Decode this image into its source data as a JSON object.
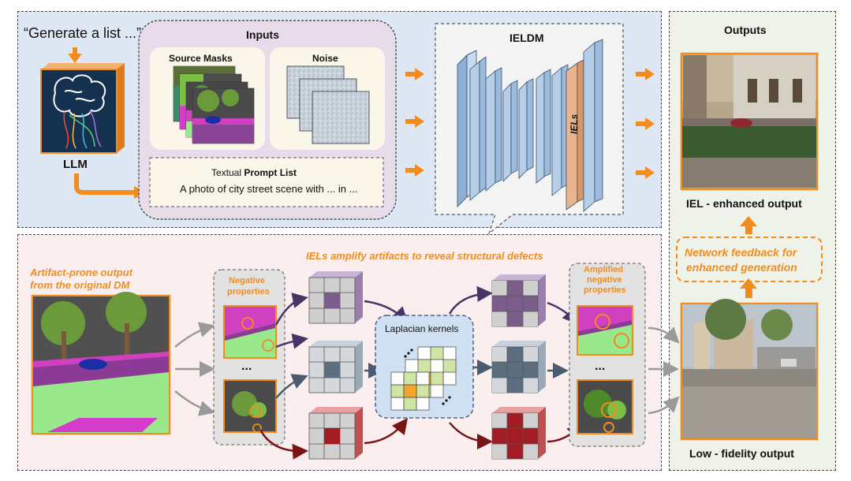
{
  "top": {
    "generate_text": "“Generate a list ...”",
    "llm_label": "LLM",
    "inputs_title": "Inputs",
    "source_masks_label": "Source Masks",
    "noise_label": "Noise",
    "prompt_title_a": "Textual",
    "prompt_title_b": " Prompt List",
    "prompt_text": "A photo of city street scene with ... in ...",
    "ieldm_title": "IELDM",
    "iels_label": "IELs"
  },
  "outputs": {
    "title": "Outputs",
    "enhanced_label": "IEL - enhanced output",
    "feedback_line1": "Network feedback for",
    "feedback_line2": "enhanced generation",
    "low_label": "Low - fidelity output"
  },
  "bottom": {
    "headline": "IELs amplify artifacts to reveal structural defects",
    "artifact_line1": "Artifact-prone output",
    "artifact_line2": "from the original DM",
    "neg_line1": "Negative",
    "neg_line2": "properties",
    "laplacian_label": "Laplacian kernels",
    "amp_line1": "Amplified",
    "amp_line2": "negative",
    "amp_line3": "properties",
    "ellipsis": "..."
  },
  "colors": {
    "orange": "#f28c1e",
    "blue_panel": "#dde8f4",
    "pink_panel": "#fbeeee",
    "green_panel": "#eff2e8",
    "purple_box": "#e8dcea",
    "layer_blue": "#b6cfe9",
    "iel_orange": "#eab48c",
    "purple_kernel": "#7b5d8c",
    "slate_kernel": "#5c6d80",
    "red_kernel": "#a31c24",
    "laplace_green": "#cfe5a3"
  }
}
